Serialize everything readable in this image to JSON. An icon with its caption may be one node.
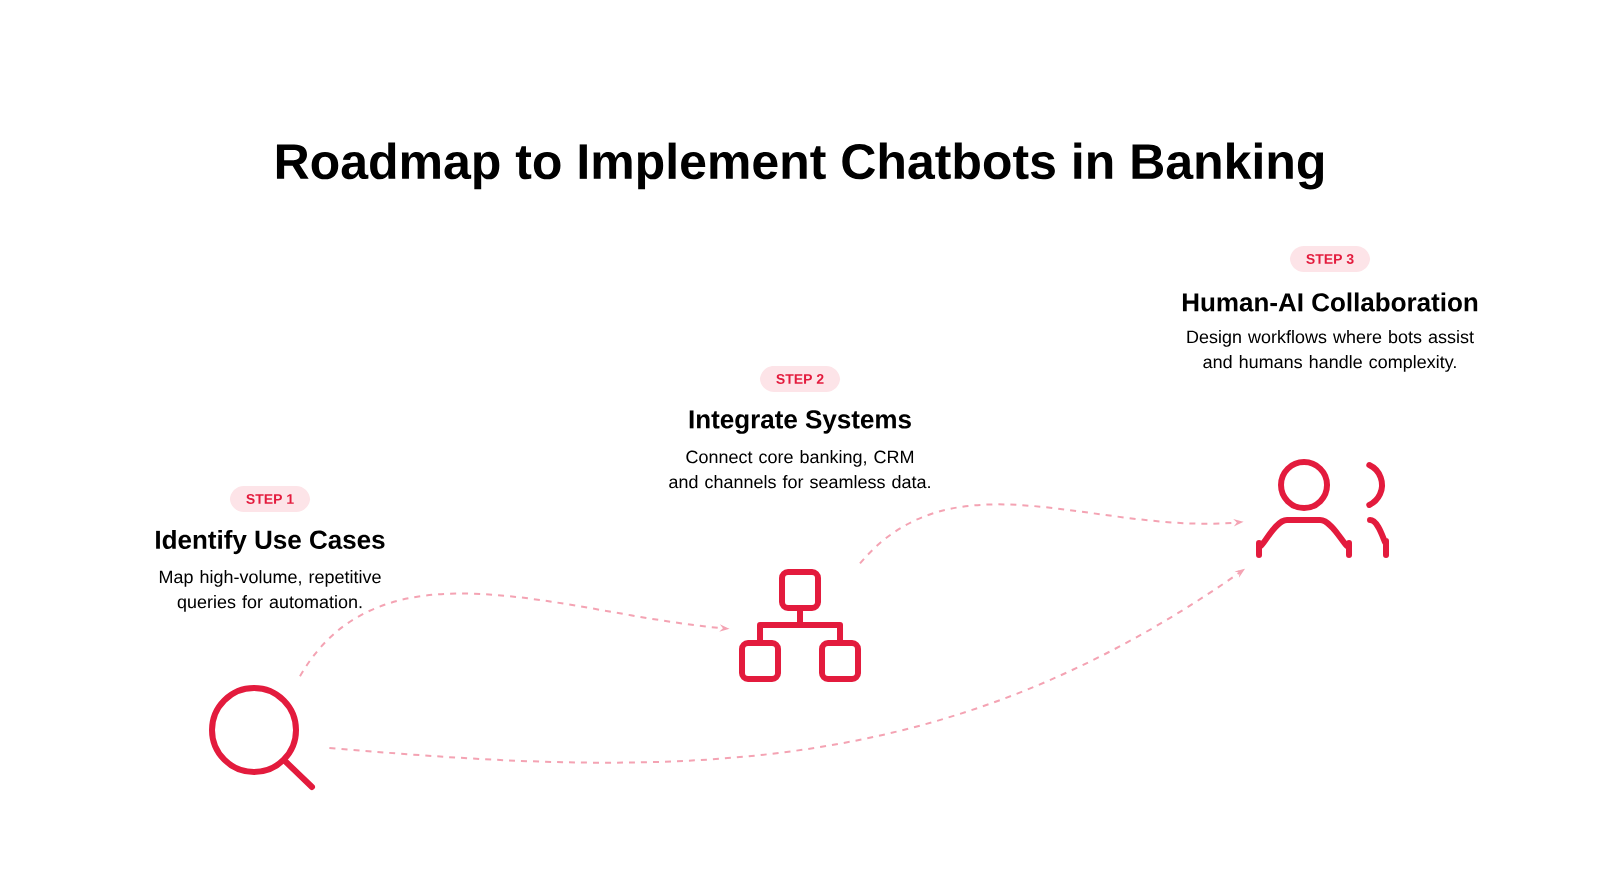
{
  "diagram": {
    "title": "Roadmap to Implement Chatbots in Banking",
    "nodes": [
      {
        "text": [
          "STEP 1"
        ]
      },
      {
        "text": [],
        "shape": "magnifier",
        "beside": [
          "Identify Use Cases",
          "Map high-volume, repetitive queries for automation."
        ]
      },
      {
        "text": [
          "STEP 2"
        ]
      },
      {
        "text": [],
        "shape": "hierarchy",
        "beside": [
          "Integrate Systems",
          "Connect core banking, CRM and channels for seamless data."
        ]
      },
      {
        "text": [
          "STEP 3"
        ]
      },
      {
        "text": [],
        "shape": "people",
        "beside": [
          "Human-AI Collaboration",
          "Design workflows where bots assist and humans handle complexity."
        ]
      }
    ],
    "edges": [
      {
        "from": 1,
        "to": 3,
        "arrow": "to",
        "style": "dashed"
      },
      {
        "from": 3,
        "to": 5,
        "arrow": "to",
        "style": "dashed"
      },
      {
        "from": 1,
        "to": 5,
        "arrow": "to",
        "style": "dashed"
      }
    ]
  }
}
